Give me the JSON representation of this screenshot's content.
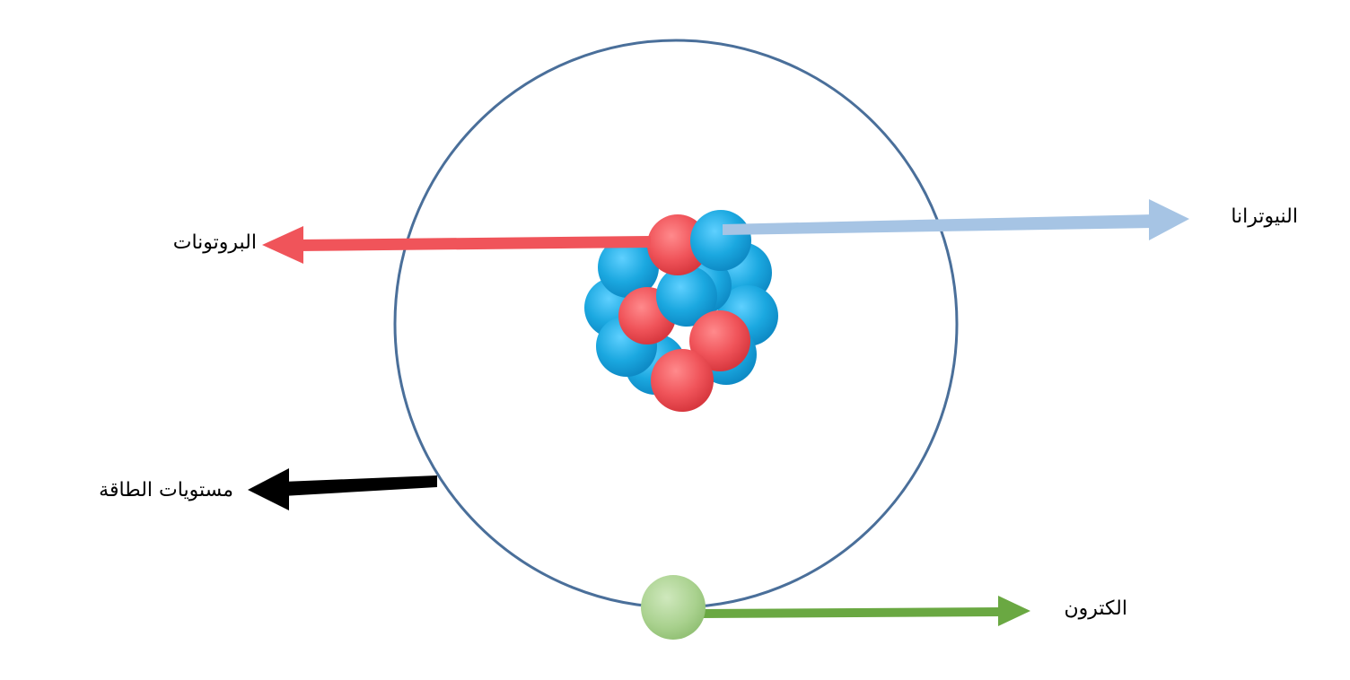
{
  "labels": {
    "protons": "البروتونات",
    "neutrons": "النيوترانا",
    "energy_levels": "مستويات الطاقة",
    "electron": "الكترون"
  },
  "colors": {
    "orbit": "#4a6f9a",
    "proton": "#f0545a",
    "neutron": "#1ba8e0",
    "electron": "#a9d18e",
    "proton_arrow": "#f0545a",
    "neutron_arrow": "#a6c4e4",
    "energy_arrow": "#000000",
    "electron_arrow": "#6aa842"
  }
}
